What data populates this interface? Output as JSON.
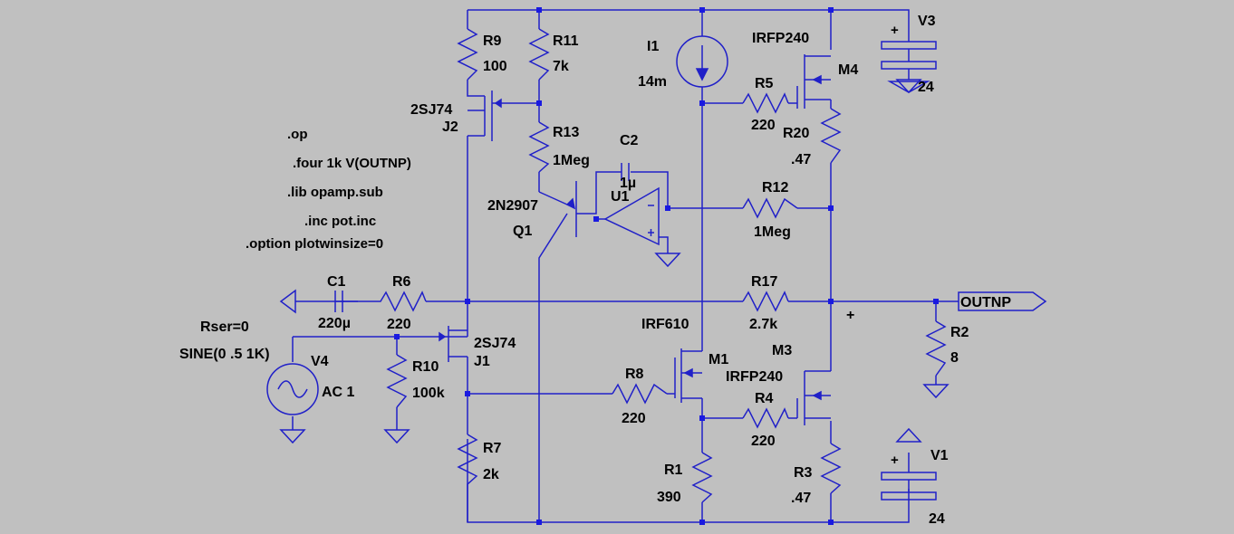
{
  "directives": {
    "op": ".op",
    "four": ".four 1k V(OUTNP)",
    "lib": ".lib opamp.sub",
    "inc": ".inc pot.inc",
    "option": ".option plotwinsize=0"
  },
  "components": {
    "R9": {
      "name": "R9",
      "value": "100"
    },
    "R11": {
      "name": "R11",
      "value": "7k"
    },
    "I1": {
      "name": "I1",
      "value": "14m"
    },
    "M4": {
      "name": "M4",
      "model": "IRFP240"
    },
    "V3": {
      "name": "V3",
      "value": "24",
      "plus": "+"
    },
    "R5": {
      "name": "R5",
      "value": "220"
    },
    "R20": {
      "name": "R20",
      "value": ".47"
    },
    "J2": {
      "name": "J2",
      "model": "2SJ74"
    },
    "R13": {
      "name": "R13",
      "value": "1Meg"
    },
    "C2": {
      "name": "C2",
      "value": "1µ"
    },
    "U1": {
      "name": "U1"
    },
    "Q1": {
      "name": "Q1",
      "model": "2N2907"
    },
    "R12": {
      "name": "R12",
      "value": "1Meg"
    },
    "C1": {
      "name": "C1",
      "value": "220µ"
    },
    "R6": {
      "name": "R6",
      "value": "220"
    },
    "R17": {
      "name": "R17",
      "value": "2.7k"
    },
    "R2": {
      "name": "R2",
      "value": "8"
    },
    "V4": {
      "name": "V4",
      "rser": "Rser=0",
      "sine": "SINE(0 .5 1K)",
      "ac": "AC 1"
    },
    "R10": {
      "name": "R10",
      "value": "100k"
    },
    "J1": {
      "name": "J1",
      "model": "2SJ74"
    },
    "M1": {
      "name": "M1",
      "model": "IRF610"
    },
    "R8": {
      "name": "R8",
      "value": "220"
    },
    "M3": {
      "name": "M3",
      "model": "IRFP240"
    },
    "R4": {
      "name": "R4",
      "value": "220"
    },
    "R7": {
      "name": "R7",
      "value": "2k"
    },
    "R1": {
      "name": "R1",
      "value": "390"
    },
    "R3": {
      "name": "R3",
      "value": ".47"
    },
    "V1": {
      "name": "V1",
      "value": "24",
      "plus": "+"
    }
  },
  "nets": {
    "output": "OUTNP",
    "output_plus": "+"
  },
  "colors": {
    "background": "#c0c0c0",
    "wire": "#2020c8",
    "junction": "#1a1ae0",
    "text": "#000000"
  }
}
